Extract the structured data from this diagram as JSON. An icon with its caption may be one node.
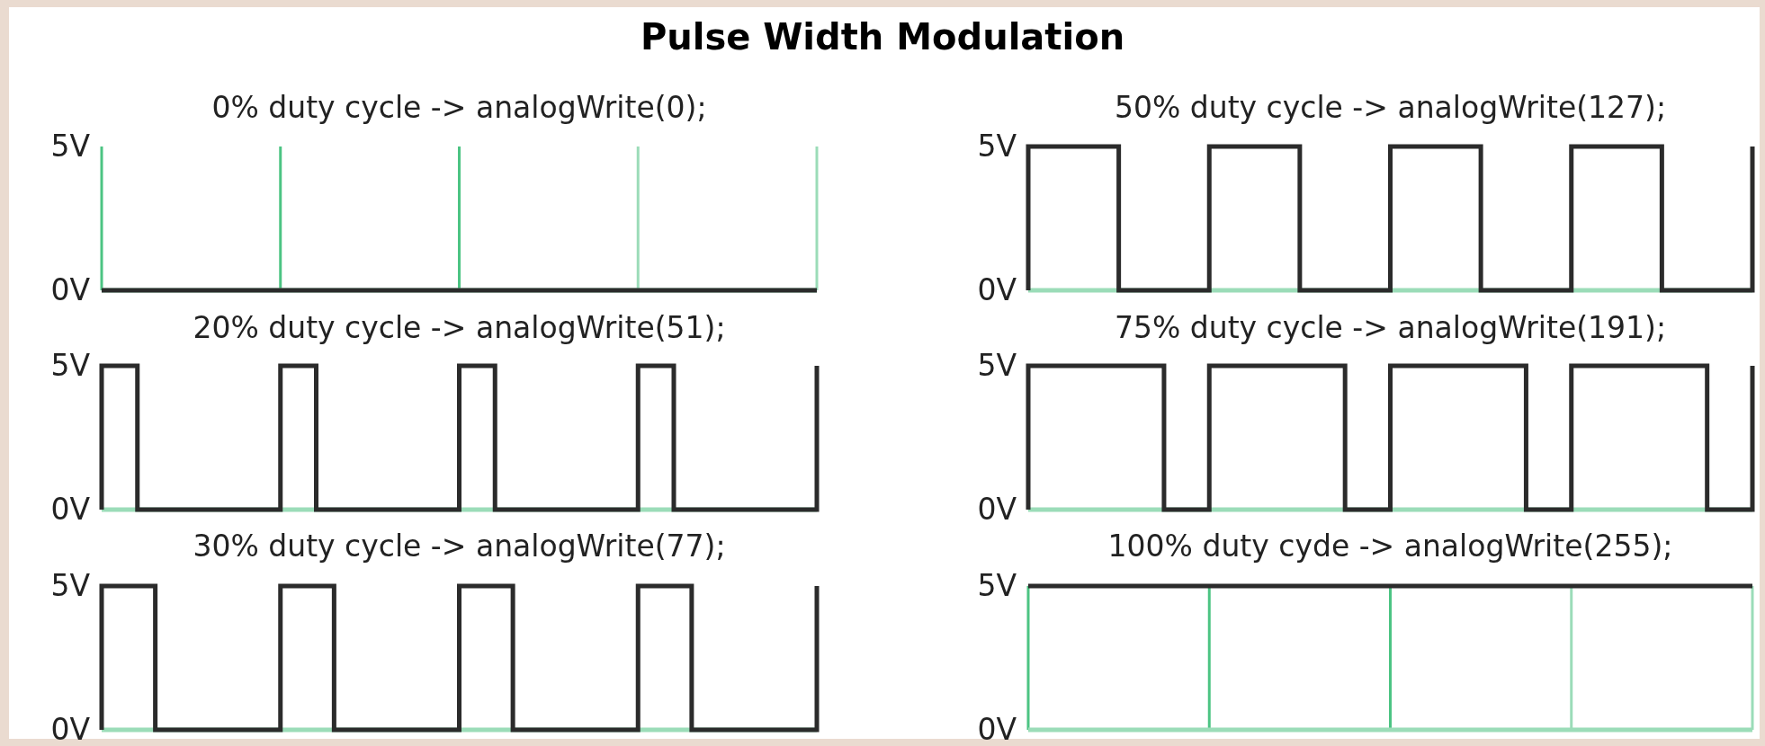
{
  "diagram": {
    "title": "Pulse Width Modulation",
    "labels": [
      "0% duty cycle -> analogWrite(0);",
      "50% duty cycle -> analogWrite(127);",
      "5V",
      "5V",
      "0V",
      "0V",
      "20% duty cycle -> analogWrite(51);",
      "75% duty cycle -> analogWrite(191);",
      "5V",
      "5V",
      "0V",
      "0V",
      "30% duty cycle -> analogWrite(77);",
      "100% duty cyde -> analogWrite(255);",
      "5V",
      "5V",
      "0V",
      "0V"
    ]
  }
}
